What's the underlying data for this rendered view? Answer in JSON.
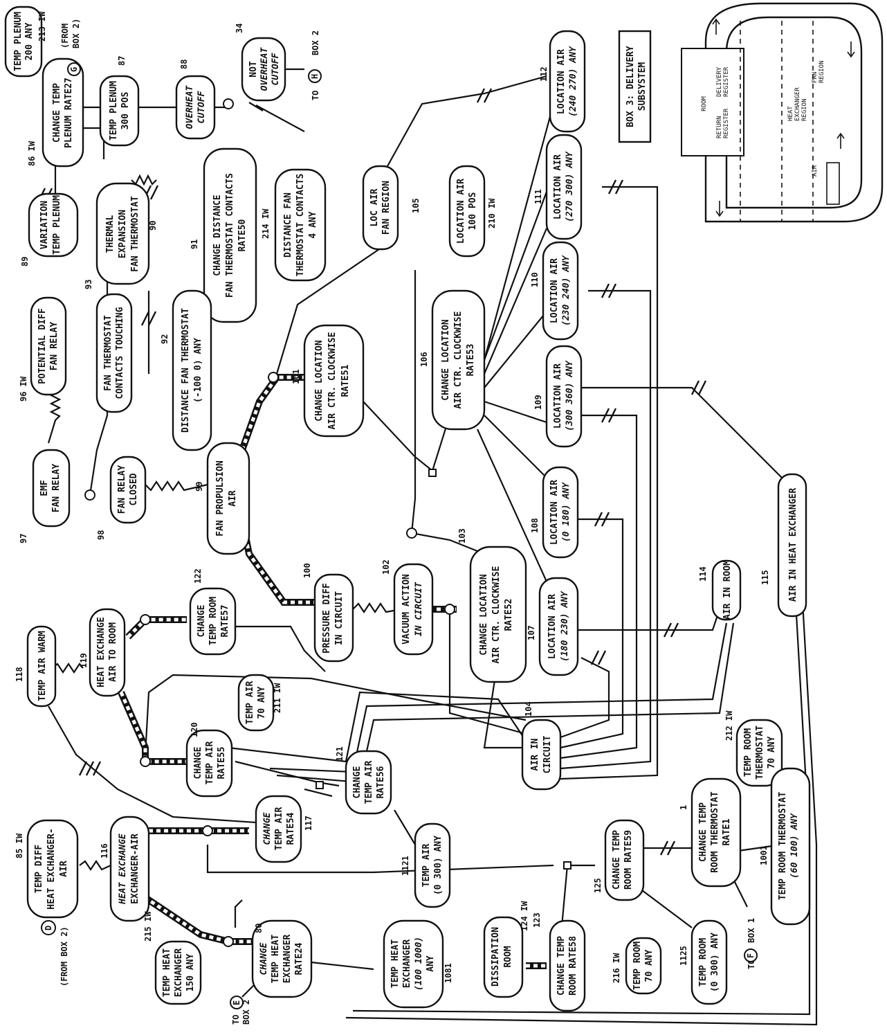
{
  "nodes": {
    "temp_plenum_200": {
      "l1": "TEMP PLENUM",
      "l2": "200 ANY"
    },
    "change_temp_plenum": {
      "l1": "CHANGE TEMP",
      "l2": "PLENUM RATE27",
      "num": "86 IW"
    },
    "temp_plenum_300": {
      "l1": "TEMP PLENUM",
      "l2": "300 POS",
      "num": "87"
    },
    "overheat_cutoff": {
      "l1": "OVERHEAT",
      "l2": "CUTOFF",
      "num": "88"
    },
    "not_overheat": {
      "l1": "NOT",
      "l2": "OVERHEAT",
      "l3": "CUTOFF",
      "num": "34"
    },
    "variation_plenum": {
      "l1": "VARIATION",
      "l2": "TEMP PLENUM",
      "num": "89"
    },
    "thermal_expansion": {
      "l1": "THERMAL",
      "l2": "EXPANSION",
      "l3": "FAN THERMOSTAT",
      "num": "90"
    },
    "change_distance": {
      "l1": "CHANGE DISTANCE",
      "l2": "FAN THERMOSTAT CONTACTS",
      "l3": "RATE50",
      "num": "91"
    },
    "distance_fan_4": {
      "l1": "DISTANCE FAN",
      "l2": "THERMOSTAT CONTACTS",
      "l3": "4 ANY",
      "num": "214 IW"
    },
    "distance_fan_thermo": {
      "l1": "DISTANCE FAN THERMOSTAT",
      "l2": "(-100 0) ANY",
      "num": "92"
    },
    "fan_thermo_touching": {
      "l1": "FAN THERMOSTAT",
      "l2": "CONTACTS TOUCHING",
      "num": "93"
    },
    "potential_diff": {
      "l1": "POTENTIAL DIFF",
      "l2": "FAN RELAY",
      "num": "96 IW"
    },
    "emf_fan_relay": {
      "l1": "EMF",
      "l2": "FAN RELAY",
      "num": "97"
    },
    "fan_relay_closed": {
      "l1": "FAN RELAY",
      "l2": "CLOSED",
      "num": "98"
    },
    "fan_propulsion": {
      "l1": "FAN PROPULSION",
      "l2": "AIR",
      "num": "99"
    },
    "change_loc_51": {
      "l1": "CHANGE LOCATION",
      "l2": "AIR CTR. CLOCKWISE",
      "l3": "RATE51",
      "num": "101"
    },
    "loc_air_fan": {
      "l1": "LOC AIR",
      "l2": "FAN REGION",
      "num": "105"
    },
    "location_air_100": {
      "l1": "LOCATION AIR",
      "l2": "100 POS",
      "num": "210 IW"
    },
    "change_loc_53": {
      "l1": "CHANGE LOCATION",
      "l2": "AIR CTR. CLOCKWISE",
      "l3": "RATE53",
      "num": "106"
    },
    "loc_240_270": {
      "l1": "LOCATION AIR",
      "l2": "(240 270) ANY",
      "num": "112"
    },
    "loc_270_300": {
      "l1": "LOCATION AIR",
      "l2": "(270 300) ANY",
      "num": "111"
    },
    "loc_230_240": {
      "l1": "LOCATION AIR",
      "l2": "(230 240) ANY",
      "num": "110"
    },
    "loc_300_360": {
      "l1": "LOCATION AIR",
      "l2": "(300 360) ANY",
      "num": "109"
    },
    "loc_0_180": {
      "l1": "LOCATION AIR",
      "l2": "(0 180) ANY",
      "num": "108"
    },
    "loc_180_230": {
      "l1": "LOCATION AIR",
      "l2": "(180 230) ANY",
      "num": "107"
    },
    "pressure_diff": {
      "l1": "PRESSURE DIFF",
      "l2": "IN CIRCUIT",
      "num": "100"
    },
    "vacuum_action": {
      "l1": "VACUUM ACTION",
      "l2": "IN CIRCUIT",
      "num": "102"
    },
    "change_loc_52": {
      "l1": "CHANGE LOCATION",
      "l2": "AIR CTR. CLOCKWISE",
      "l3": "RATE52",
      "num": "103"
    },
    "air_in_room": {
      "l1": "AIR IN ROOM",
      "num": "114"
    },
    "air_in_hx": {
      "l1": "AIR IN HEAT EXCHANGER",
      "num": "115"
    },
    "temp_air_warm": {
      "l1": "TEMP AIR WARM",
      "num": "118"
    },
    "heat_exchange_room": {
      "l1": "HEAT EXCHANGE",
      "l2": "AIR TO ROOM",
      "num": "119"
    },
    "change_temp_room57": {
      "l1": "CHANGE",
      "l2": "TEMP ROOM",
      "l3": "RATE57",
      "num": "122"
    },
    "temp_air_70": {
      "l1": "TEMP AIR",
      "l2": "70 ANY",
      "num": "211 IW"
    },
    "air_in_circuit": {
      "l1": "AIR IN",
      "l2": "CIRCUIT",
      "num": "104"
    },
    "temp_room_thermo_70": {
      "l1": "TEMP ROOM",
      "l2": "THERMOSTAT",
      "l3": "70 ANY",
      "num": "212 IW"
    },
    "temp_diff_hx": {
      "l1": "TEMP DIFF",
      "l2": "HEAT EXCHANGER-",
      "l3": "AIR",
      "num": "85 IW"
    },
    "heat_exchange_air": {
      "l1": "HEAT EXCHANGE",
      "l2": "EXCHANGER-AIR",
      "num": "116"
    },
    "change_temp_air54": {
      "l1": "CHANGE",
      "l2": "TEMP AIR",
      "l3": "RATE54",
      "num": "117"
    },
    "change_temp_air55": {
      "l1": "CHANGE",
      "l2": "TEMP AIR",
      "l3": "RATE55",
      "num": "120"
    },
    "change_temp_air56": {
      "l1": "CHANGE",
      "l2": "TEMP AIR",
      "l3": "RATE56",
      "num": "121"
    },
    "temp_air_0_300": {
      "l1": "TEMP AIR",
      "l2": "(0 300) ANY",
      "num": "1121"
    },
    "temp_hx_150": {
      "l1": "TEMP HEAT",
      "l2": "EXCHANGER",
      "l3": "150 ANY",
      "num": "215 IW"
    },
    "change_temp_hx24": {
      "l1": "CHANGE",
      "l2": "TEMP HEAT",
      "l3": "EXCHANGER",
      "l4": "RATE24",
      "num": "80"
    },
    "temp_hx_100": {
      "l1": "TEMP HEAT",
      "l2": "EXCHANGER",
      "l3": "(100 1000)",
      "l4": "ANY",
      "num": "1081"
    },
    "dissipation_room": {
      "l1": "DISSIPATION",
      "l2": "ROOM",
      "num": "124 IW"
    },
    "change_temp_room58": {
      "l1": "CHANGE TEMP",
      "l2": "ROOM RATE58",
      "num": "123"
    },
    "change_temp_room59": {
      "l1": "CHANGE TEMP",
      "l2": "ROOM RATE59",
      "num": "125"
    },
    "change_temp_thermo": {
      "l1": "CHANGE TEMP",
      "l2": "ROOM THERMOSTAT",
      "l3": "RATE1",
      "num": "1"
    },
    "temp_room_thermo_rng": {
      "l1": "TEMP ROOM THERMOSTAT",
      "l2": "(60 100) ANY",
      "num": "1001"
    },
    "temp_room_0_300": {
      "l1": "TEMP ROOM",
      "l2": "(0 300) ANY",
      "num": "1125"
    },
    "temp_room_70": {
      "l1": "TEMP ROOM",
      "l2": "70 ANY",
      "num": "216 IW"
    }
  },
  "refs": {
    "from_box2_g": "(FROM",
    "from_box2_g2": "BOX 2)",
    "g_letter": "G",
    "to_h_box2": "TO",
    "h_letter": "H",
    "box2_a": "BOX 2",
    "from_d": "(FROM BOX 2)",
    "d_letter": "D",
    "to_e_box2": "TO",
    "e_letter": "E",
    "box2_b": "BOX 2",
    "to_f": "TO",
    "f_letter": "F",
    "box1": "BOX 1",
    "num_213": "213 IW"
  },
  "boxtitle": {
    "l1": "BOX 3: DELIVERY",
    "l2": "SUBSYSTEM"
  },
  "inset": {
    "room": "ROOM",
    "return_register": "RETURN",
    "return_register2": "REGISTER",
    "delivery_register": "DELIVERY",
    "delivery_register2": "REGISTER",
    "fan_region": "FAN",
    "fan_region2": "REGION",
    "hx_region": "HEAT",
    "hx_region2": "EXCHANGER",
    "hx_region3": "REGION",
    "air": "AIR"
  }
}
